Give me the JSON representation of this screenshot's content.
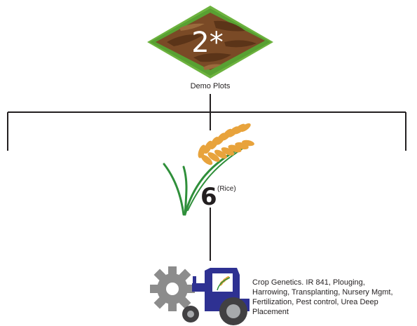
{
  "demo_plots": {
    "count": "2*",
    "label": "Demo Plots",
    "icon": "soil-plot-icon"
  },
  "rice": {
    "count": "6",
    "note": "(Rice)",
    "icon": "rice-plant-icon"
  },
  "practices": {
    "icon": "tractor-gear-icon",
    "lines": [
      "Crop Genetics. IR 841, Plouging,",
      "Harrowing, Transplanting, Nursery Mgmt,",
      "Fertilization, Pest control, Urea Deep",
      "Placement"
    ]
  },
  "colors": {
    "lines": "#231f20",
    "grass": "#6db33f",
    "soil": "#7a4a26",
    "wheat": "#e8a33c",
    "stem": "#2f8f3a",
    "tractor": "#2e3192",
    "gear": "#8c8c8c"
  }
}
